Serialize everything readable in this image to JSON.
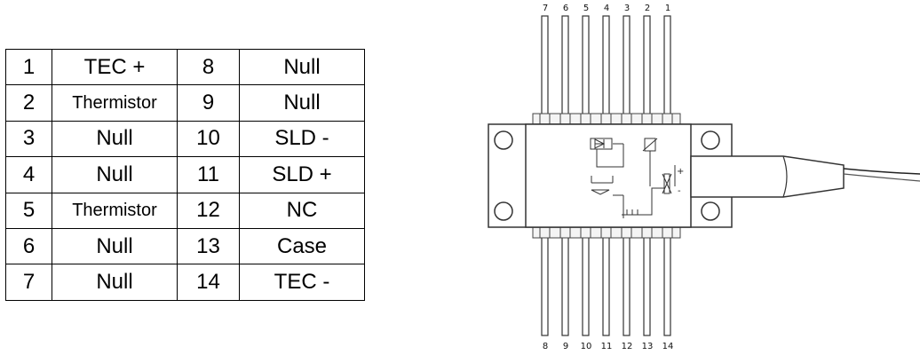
{
  "pin_table": {
    "rows": [
      {
        "pin_a": "1",
        "func_a": "TEC +",
        "pin_b": "8",
        "func_b": "Null"
      },
      {
        "pin_a": "2",
        "func_a": "Thermistor",
        "pin_b": "9",
        "func_b": "Null"
      },
      {
        "pin_a": "3",
        "func_a": "Null",
        "pin_b": "10",
        "func_b": "SLD -"
      },
      {
        "pin_a": "4",
        "func_a": "Null",
        "pin_b": "11",
        "func_b": "SLD +"
      },
      {
        "pin_a": "5",
        "func_a": "Thermistor",
        "pin_b": "12",
        "func_b": "NC"
      },
      {
        "pin_a": "6",
        "func_a": "Null",
        "pin_b": "13",
        "func_b": "Case"
      },
      {
        "pin_a": "7",
        "func_a": "Null",
        "pin_b": "14",
        "func_b": "TEC -"
      }
    ]
  },
  "package_diagram": {
    "top_pin_labels": [
      "7",
      "6",
      "5",
      "4",
      "3",
      "2",
      "1"
    ],
    "bottom_pin_labels": [
      "8",
      "9",
      "10",
      "11",
      "12",
      "13",
      "14"
    ],
    "polarity_plus": "+",
    "polarity_minus": "-"
  }
}
